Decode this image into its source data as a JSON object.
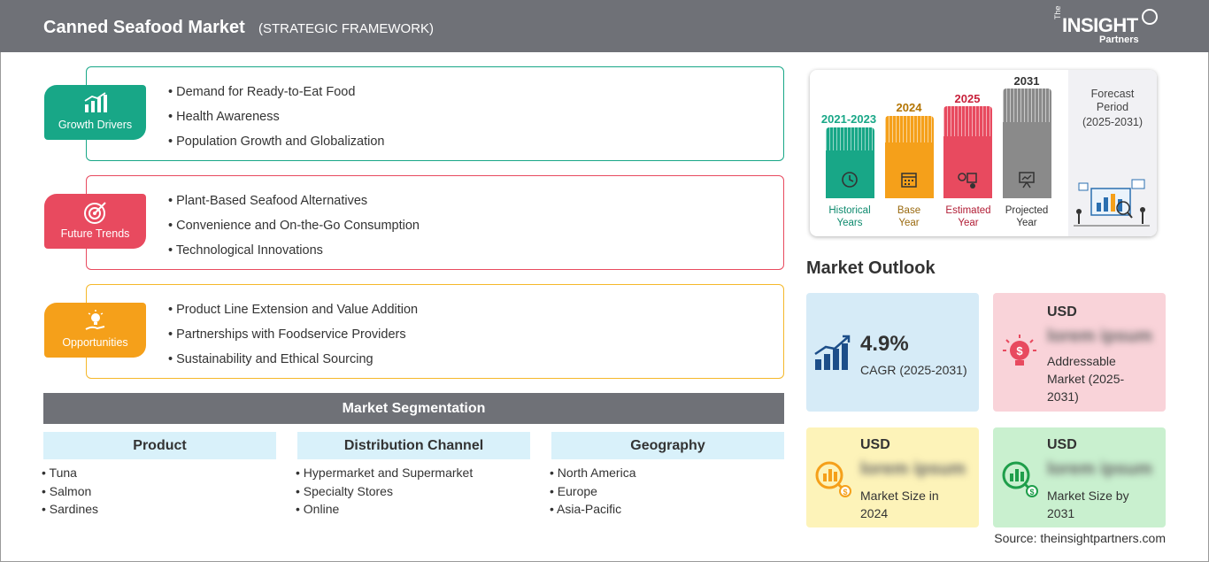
{
  "header": {
    "title": "Canned Seafood Market",
    "subtitle": "(STRATEGIC FRAMEWORK)"
  },
  "logo": {
    "the": "The",
    "insight": "INSIGHT",
    "partners": "Partners"
  },
  "framework": {
    "growth_drivers": {
      "label": "Growth Drivers",
      "color": "#18a787",
      "items": [
        "Demand for Ready-to-Eat Food",
        "Health Awareness",
        "Population Growth and Globalization"
      ]
    },
    "future_trends": {
      "label": "Future Trends",
      "color": "#e84a5f",
      "items": [
        "Plant-Based Seafood Alternatives",
        "Convenience and On-the-Go Consumption",
        "Technological Innovations"
      ]
    },
    "opportunities": {
      "label": "Opportunities",
      "color": "#f5a01a",
      "items": [
        "Product Line Extension and Value Addition",
        "Partnerships with Foodservice Providers",
        "Sustainability and Ethical Sourcing"
      ]
    }
  },
  "segmentation": {
    "title": "Market Segmentation",
    "columns": [
      {
        "header": "Product",
        "items": [
          "Tuna",
          "Salmon",
          "Sardines"
        ]
      },
      {
        "header": "Distribution Channel",
        "items": [
          "Hypermarket and Supermarket",
          "Specialty Stores",
          "Online"
        ]
      },
      {
        "header": "Geography",
        "items": [
          "North America",
          "Europe",
          "Asia-Pacific"
        ]
      }
    ]
  },
  "timeline": {
    "bars": [
      {
        "year": "2021-2023",
        "label1": "Historical",
        "label2": "Years",
        "color": "#18a787",
        "icon": "history-icon"
      },
      {
        "year": "2024",
        "label1": "Base",
        "label2": "Year",
        "color": "#f5a01a",
        "icon": "calendar-icon"
      },
      {
        "year": "2025",
        "label1": "Estimated",
        "label2": "Year",
        "color": "#e84a5f",
        "icon": "estimate-icon"
      },
      {
        "year": "2031",
        "label1": "Projected",
        "label2": "Year",
        "color": "#8a8a8a",
        "icon": "presentation-icon"
      }
    ],
    "forecast": {
      "line1": "Forecast",
      "line2": "Period",
      "line3": "(2025-2031)"
    }
  },
  "outlook": {
    "title": "Market Outlook",
    "cagr": {
      "value": "4.9%",
      "label": "CAGR (2025-2031)",
      "color": "#d6ebf7"
    },
    "addressable": {
      "usd": "USD",
      "value": "lorem ipsum",
      "label1": "Addressable",
      "label2": "Market (2025-",
      "label3": "2031)",
      "color": "#f9d3d9"
    },
    "size2024": {
      "usd": "USD",
      "value": "lorem ipsum",
      "label1": "Market Size in",
      "label2": "2024",
      "color": "#fdf3b9"
    },
    "size2031": {
      "usd": "USD",
      "value": "lorem ipsum",
      "label1": "Market Size by",
      "label2": "2031",
      "color": "#c9f0cf"
    }
  },
  "source": "Source: theinsightpartners.com"
}
